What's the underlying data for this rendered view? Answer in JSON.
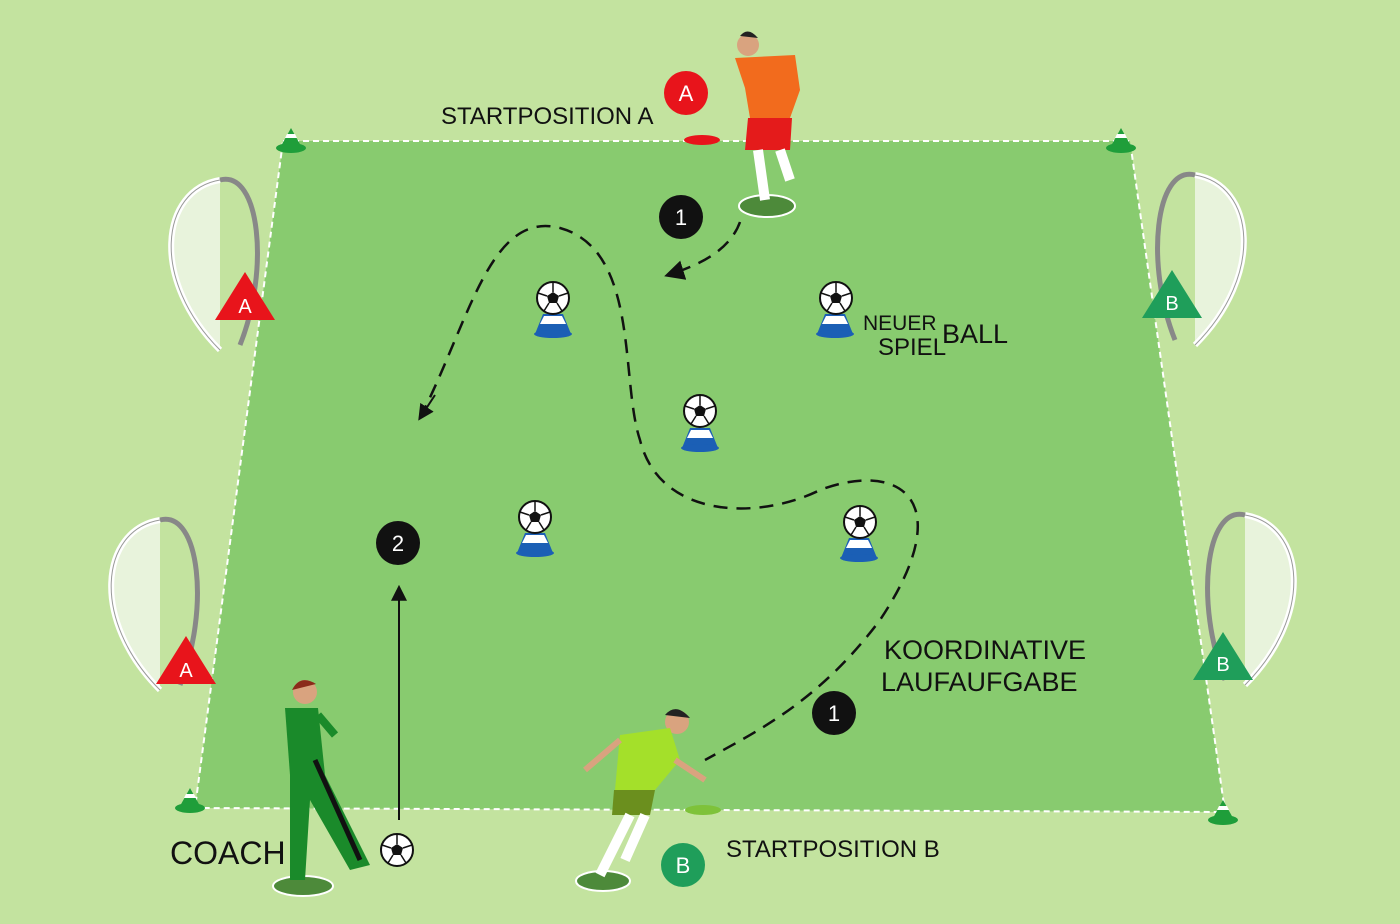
{
  "colors": {
    "background": "#c3e39f",
    "field": "#88cb6f",
    "team_a": "#e8141b",
    "team_b": "#1f9e5a",
    "marker_black": "#111111"
  },
  "labels": {
    "start_a": "STARTPOSITION A",
    "start_b": "STARTPOSITION B",
    "new_ball_1": "NEUER",
    "new_ball_2": "SPIEL",
    "new_ball_3": "BALL",
    "task_1": "KOORDINATIVE",
    "task_2": "LAUFAUFGABE",
    "coach": "COACH"
  },
  "markers": {
    "team_a": "A",
    "team_b": "B",
    "step_1": "1",
    "step_2": "2"
  }
}
